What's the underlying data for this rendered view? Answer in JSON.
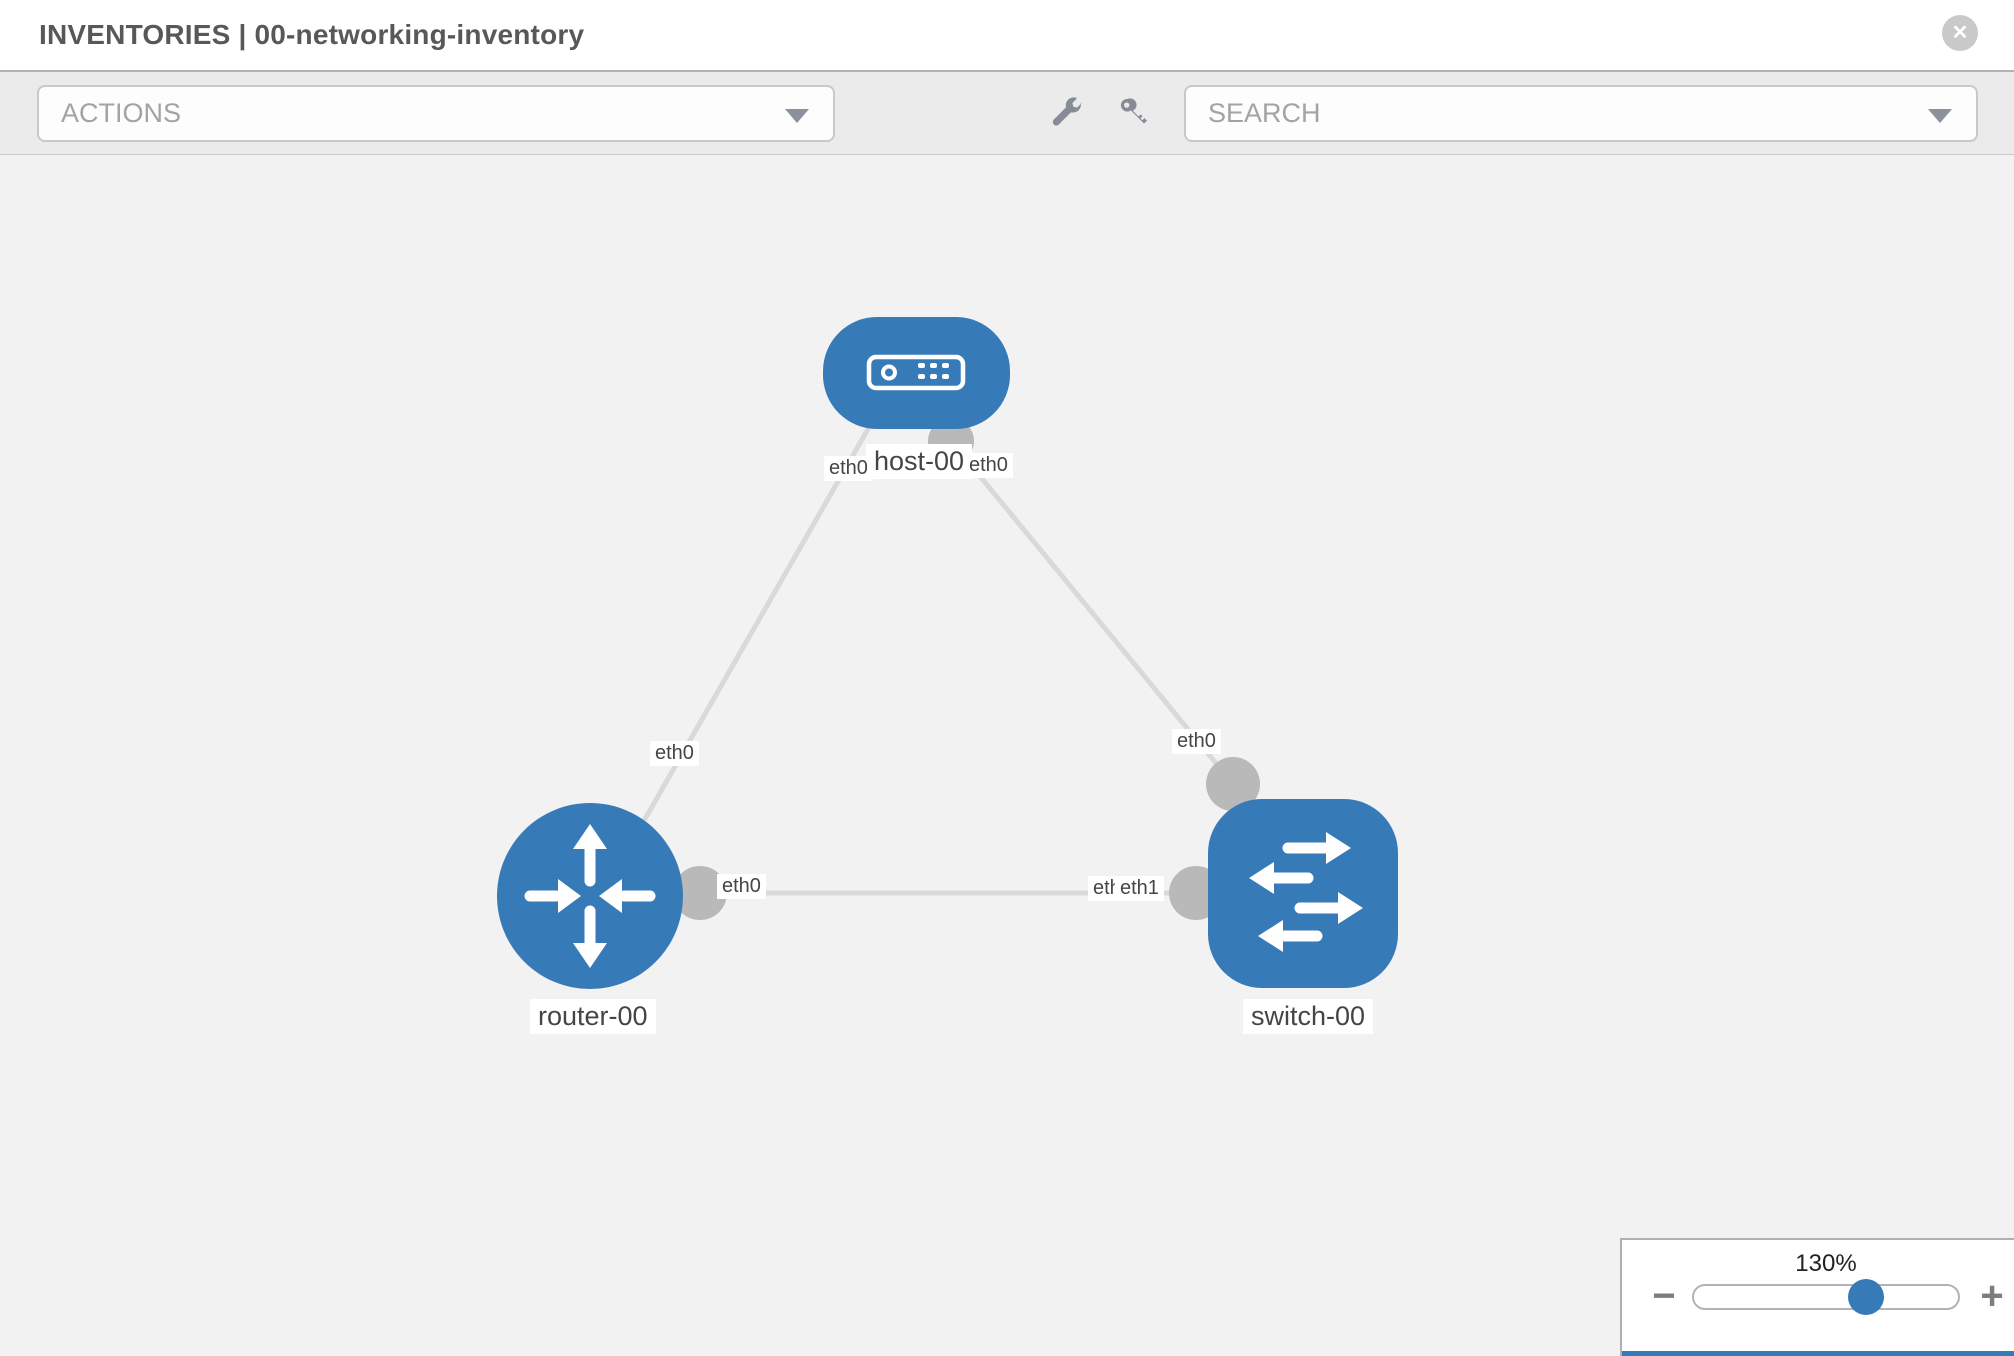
{
  "header": {
    "title": "INVENTORIES | 00-networking-inventory",
    "close_glyph": "✕"
  },
  "toolbar": {
    "actions_label": "ACTIONS",
    "search_label": "SEARCH",
    "icons": [
      "wrench-icon",
      "key-icon"
    ]
  },
  "topology": {
    "nodes": [
      {
        "label": "host-00",
        "type": "host",
        "shape": "rounded-square",
        "icon": "server-icon"
      },
      {
        "label": "router-00",
        "type": "router",
        "shape": "circle",
        "icon": "router-arrows-icon"
      },
      {
        "label": "switch-00",
        "type": "switch",
        "shape": "rounded-square",
        "icon": "switch-arrows-icon"
      }
    ],
    "links": [
      {
        "source": "host-00",
        "source_interface": "eth0",
        "target": "router-00",
        "target_interface": "eth0"
      },
      {
        "source": "host-00",
        "source_interface": "eth0",
        "target": "switch-00",
        "target_interface": "eth0"
      },
      {
        "source": "router-00",
        "source_interface": "eth0",
        "target": "switch-00",
        "target_interface": "eth1"
      }
    ],
    "labels": {
      "host_left": "eth0",
      "host_right": "eth0",
      "router_top": "eth0",
      "switch_top": "eth0",
      "mid_left": "eth0",
      "mid_right_back": "eth0",
      "mid_right_front": "eth1"
    }
  },
  "zoom_control": {
    "level": "130%",
    "minus_glyph": "−",
    "plus_glyph": "+"
  },
  "colors": {
    "node_blue": "#377ab8",
    "link_gray": "#d9d9d9",
    "connector_gray": "#b9b9b9",
    "toolbar_gray": "#ebebeb",
    "canvas_gray": "#f2f2f2"
  }
}
